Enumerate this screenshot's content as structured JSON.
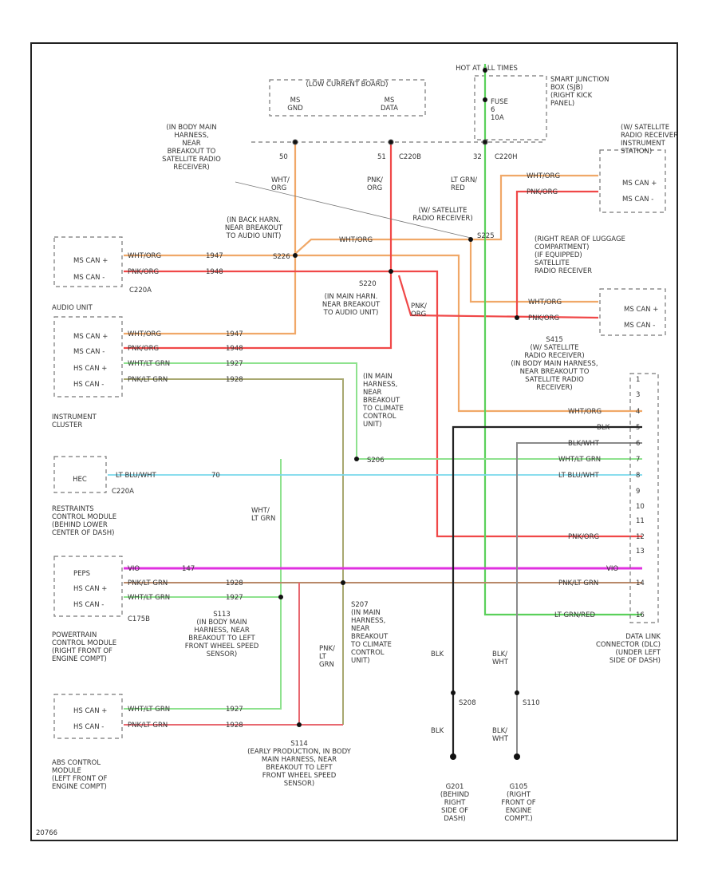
{
  "modules": {
    "hot_at_all_times": "HOT AT ALL TIMES",
    "low_current_board": "(LOW CURRENT BOARD)",
    "low_ms_gnd": "MS\nGND",
    "low_ms_data": "MS\nDATA",
    "sjb_fuse": "FUSE\n6\n10A",
    "sjb_label": "SMART JUNCTION\nBOX (SJB)\n(RIGHT KICK\nPANEL)",
    "sat_radio_instrument": "(W/ SATELLITE\nRADIO RECEIVER\nINSTRUMENT\nSTATION)",
    "sat_pins": [
      "MS CAN +",
      "MS CAN -"
    ],
    "sat_luggage": "(RIGHT REAR OF LUGGAGE\nCOMPARTMENT)\n(IF EQUIPPED)\nSATELLITE\nRADIO RECEIVER",
    "sat_luggage_pins": [
      "MS CAN +",
      "MS CAN -"
    ],
    "instrument_cluster": "INSTRUMENT\nCLUSTER",
    "ic_pins": [
      "MS CAN +",
      "MS CAN -"
    ],
    "ic_connector": "C220A",
    "audio_unit": "AUDIO UNIT",
    "audio_pins": [
      "MS CAN +",
      "MS CAN -",
      "HS CAN +",
      "HS CAN -"
    ],
    "hec": "HEC",
    "hec_connector": "C220A",
    "rcm": "RESTRAINTS\nCONTROL MODULE\n(BEHIND LOWER\nCENTER OF DASH)",
    "pcm_pins": [
      "PEPS",
      "HS CAN +",
      "HS CAN -"
    ],
    "pcm_connector": "C175B",
    "pcm": "POWERTRAIN\nCONTROL MODULE\n(RIGHT FRONT OF\nENGINE COMPT)",
    "abs_pins": [
      "HS CAN +",
      "HS CAN -"
    ],
    "abs": "ABS CONTROL\nMODULE\n(LEFT FRONT OF\nENGINE COMPT)",
    "dlc": "DATA LINK\nCONNECTOR (DLC)\n(UNDER LEFT\nSIDE OF DASH)",
    "dlc_pins": [
      "1",
      "3",
      "4",
      "5",
      "6",
      "7",
      "8",
      "9",
      "10",
      "11",
      "12",
      "13",
      "14",
      "16"
    ],
    "footer_code": "20766"
  },
  "splices": {
    "s_sat_inst": "(IN BODY MAIN\nHARNESS,\nNEAR\nBREAKOUT TO\nSATELLITE RADIO\nRECEIVER)",
    "s_audio_top": "(IN BACK HARN.\nNEAR BREAKOUT\nTO AUDIO UNIT)",
    "s226_code": "S226",
    "s220_code": "S220",
    "s_audio_mid": "(IN MAIN HARN.\nNEAR BREAKOUT\nTO AUDIO UNIT)",
    "s_sat_mid": "(W/ SATELLITE\nRADIO RECEIVER)",
    "s_sat_mid_code": "S225",
    "s415": "S415\n(W/ SATELLITE\nRADIO RECEIVER)\n(IN BODY MAIN HARNESS,\nNEAR BREAKOUT TO\nSATELLITE RADIO\nRECEIVER)",
    "s_climate": "(IN MAIN\nHARNESS,\nNEAR\nBREAKOUT\nTO CLIMATE\nCONTROL\nUNIT)",
    "s206": "S206",
    "s113": "S113\n(IN BODY MAIN\nHARNESS, NEAR\nBREAKOUT TO LEFT\nFRONT WHEEL SPEED\nSENSOR)",
    "s207": "S207\n(IN MAIN\nHARNESS,\nNEAR\nBREAKOUT\nTO CLIMATE\nCONTROL\nUNIT)",
    "s114": "S114\n(EARLY PRODUCTION, IN BODY\nMAIN HARNESS, NEAR\nBREAKOUT TO LEFT\nFRONT WHEEL SPEED\nSENSOR)",
    "s208": "S208",
    "s110": "S110"
  },
  "grounds": {
    "g201": "G201\n(BEHIND\nRIGHT\nSIDE OF\nDASH)",
    "g105": "G105\n(RIGHT\nFRONT OF\nENGINE\nCOMPT.)"
  },
  "wires": {
    "wht_org": "WHT/ORG",
    "pnk_org": "PNK/ORG",
    "wht_lt_grn": "WHT/LT GRN",
    "pnk_lt_grn": "PNK/LT GRN",
    "lt_blu_wht": "LT BLU/WHT",
    "vio": "VIO",
    "blk": "BLK",
    "blk_wht": "BLK/WHT",
    "lt_grn_red": "LT GRN/RED",
    "lt_grn_red_v": "LT GRN/\nRED",
    "wht_org_v": "WHT/\nORG",
    "pnk_org_v": "PNK/\nORG",
    "wht_ltgrn_v": "WHT/\nLT GRN",
    "pnk_ltgrn_v": "PNK/\nLT\nGRN",
    "blk_v": "BLK",
    "blk_wht_v": "BLK/\nWHT",
    "c_1947": "1947",
    "c_1948": "1948",
    "c_1927": "1927",
    "c_1928": "1928",
    "c_70": "70",
    "c_147": "147",
    "c_50": "50",
    "c_51": "51",
    "c_32": "32",
    "c_c220b": "C220B",
    "c_c220h": "C220H"
  },
  "colors": {
    "orange": "#f0a868",
    "red": "#f04848",
    "green": "#5ad05a",
    "green_text": "#2e7d2e",
    "lt_blue": "#7ad8ec",
    "violet": "#e030e0",
    "black": "#222222",
    "gray": "#8a8a8a",
    "brown_olive": "#a8a870",
    "salmon": "#e88870"
  }
}
